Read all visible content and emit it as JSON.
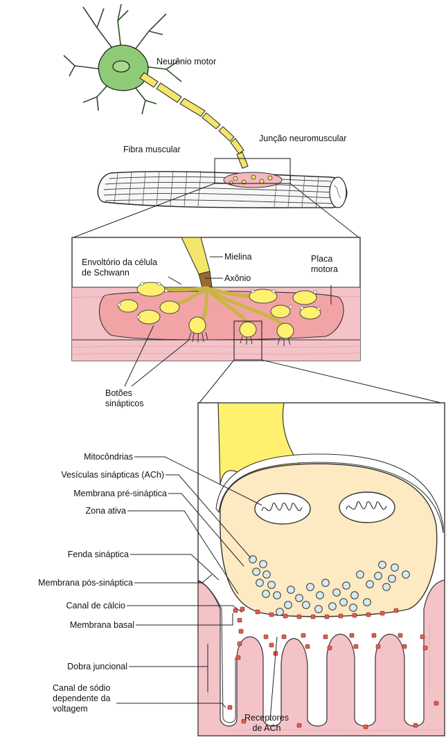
{
  "colors": {
    "neuron": "#8fcb76",
    "myelin": "#f4e66a",
    "axon": "#9b6a2c",
    "terminal": "#fff16e",
    "muscle": "#f3c3c8",
    "plate": "#f2a3a6",
    "cytoplasm": "#fde9c2",
    "vesicle": "#d6ebf0",
    "channel": "#e25c4c"
  },
  "labels": {
    "neuronio_motor": "Neurônio motor",
    "juncao_neuromuscular": "Junção neuromuscular",
    "fibra_muscular": "Fibra muscular",
    "mielina": "Mielina",
    "envoltorio": "Envoltório da célula",
    "schwann": "de Schwann",
    "axonio": "Axônio",
    "placa": "Placa",
    "motora": "motora",
    "botoes": "Botões",
    "sinapticos": "sinápticos",
    "mitocondrias": "Mitocôndrias",
    "vesiculas": "Vesículas sinápticas (ACh)",
    "membrana_pre": "Membrana pré-sináptica",
    "zona_ativa": "Zona ativa",
    "fenda": "Fenda sináptica",
    "membrana_pos": "Membrana pós-sináptica",
    "canal_calcio": "Canal de cálcio",
    "membrana_basal": "Membrana basal",
    "dobra": "Dobra juncional",
    "canal_sodio_1": "Canal de sódio",
    "canal_sodio_2": "dependente da",
    "canal_sodio_3": "voltagem",
    "receptores_1": "Receptores",
    "receptores_2": "de ACh"
  }
}
